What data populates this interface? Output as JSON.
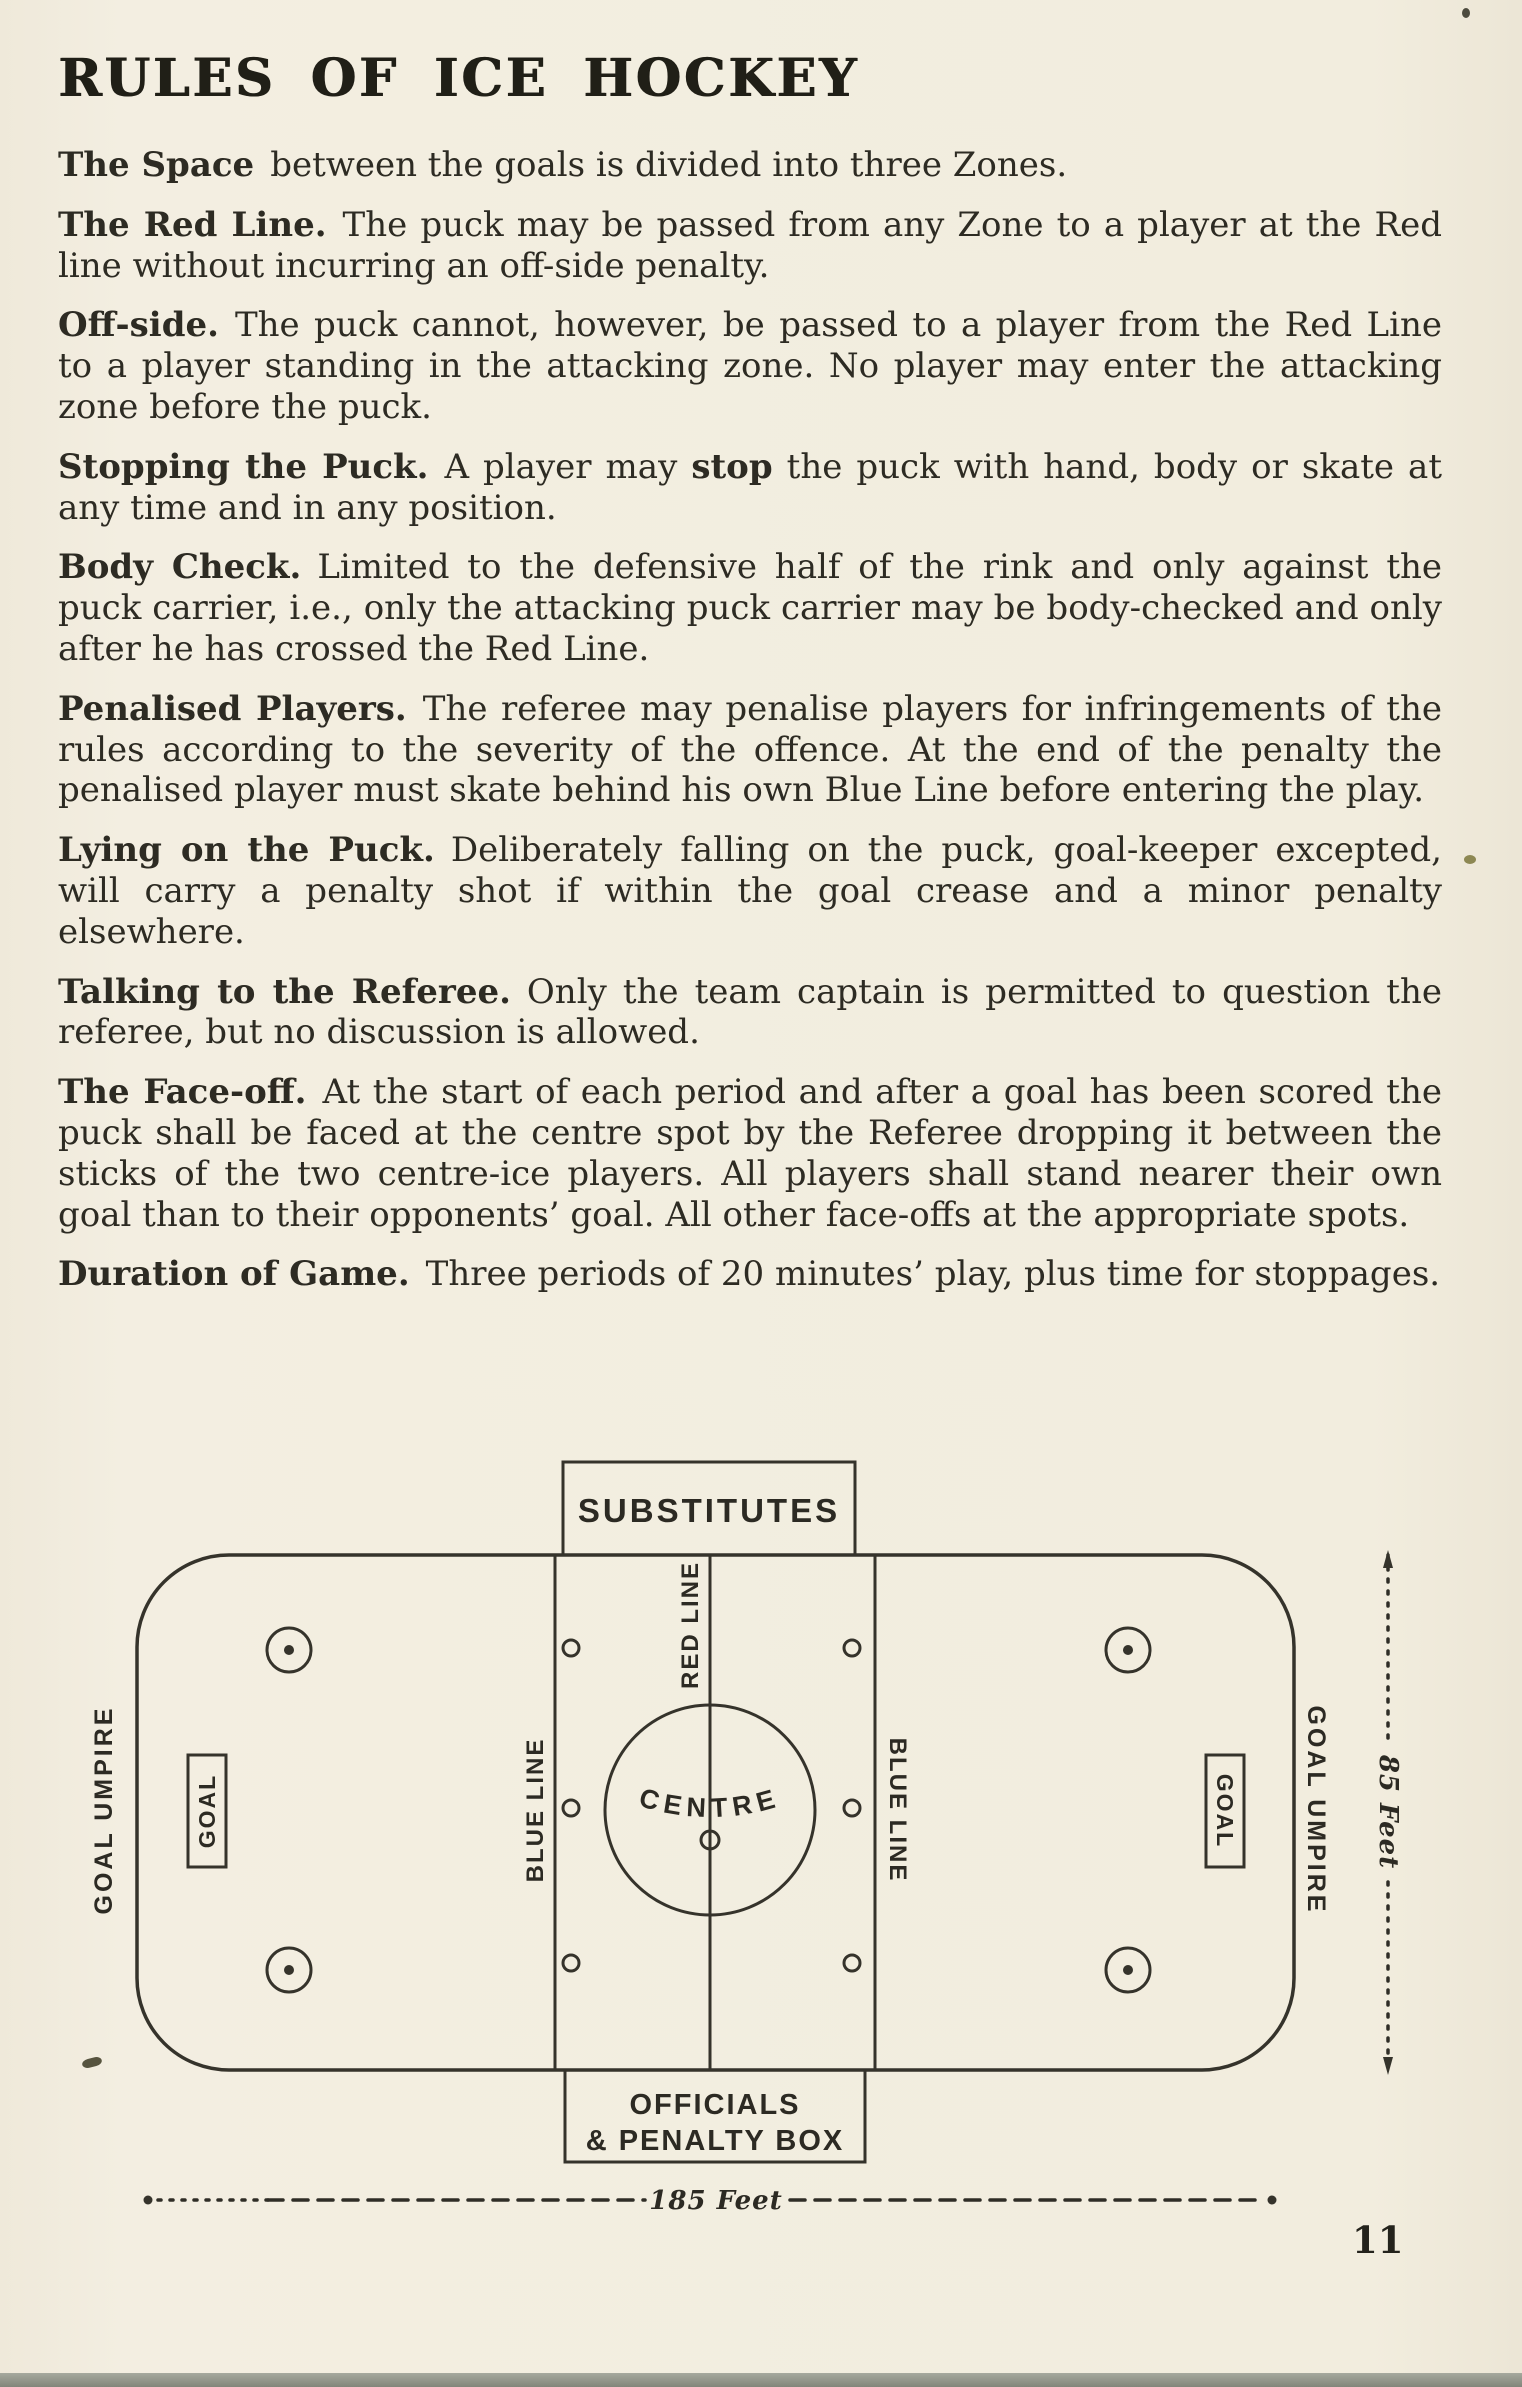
{
  "page": {
    "title": "RULES OF ICE HOCKEY",
    "page_number": "11"
  },
  "colors": {
    "paper": "#f2edde",
    "ink": "#2d2b23"
  },
  "paragraphs": [
    {
      "lead": "The Space",
      "text": "between the goals is divided into three Zones."
    },
    {
      "lead": "The Red Line.",
      "text": "The puck may be passed from any Zone to a player at the Red line without incurring an off-side penalty."
    },
    {
      "lead": "Off-side.",
      "text": "The puck cannot, however, be passed to a player from the Red Line to a player standing in the attacking zone. No player may enter the attacking zone before the puck."
    },
    {
      "lead": "Stopping the Puck.",
      "text": "A player may",
      "bold_mid": "stop",
      "text2": "the puck with hand, body or skate at any time and in any position."
    },
    {
      "lead": "Body Check.",
      "text": "Limited to the defensive half of the rink and only against the puck carrier, i.e., only the attacking puck carrier may be body-checked and only after he has crossed the Red Line."
    },
    {
      "lead": "Penalised Players.",
      "text": "The referee may penalise players for infringements of the rules according to the severity of the offence. At the end of the penalty the penalised player must skate behind his own Blue Line before entering the play."
    },
    {
      "lead": "Lying on the Puck.",
      "text": "Deliberately falling on the puck, goal-keeper excepted, will carry a penalty shot if within the goal crease and a minor penalty elsewhere."
    },
    {
      "lead": "Talking to the Referee.",
      "text": "Only the team captain is permitted to question the referee, but no discussion is allowed."
    },
    {
      "lead": "The Face-off.",
      "text": "At the start of each period and after a goal has been scored the puck shall be faced at the centre spot by the Referee dropping it between the sticks of the two centre-ice players. All players shall stand nearer their own goal than to their opponents’ goal. All other face-offs at the appropriate spots."
    },
    {
      "lead": "Duration of Game.",
      "text": "Three periods of 20 minutes’ play, plus time for stoppages."
    }
  ],
  "diagram": {
    "substitutes": "SUBSTITUTES",
    "officials_line1": "OFFICIALS",
    "officials_line2": "& PENALTY BOX",
    "goal_umpire": "GOAL UMPIRE",
    "goal": "GOAL",
    "blue_line": "BLUE LINE",
    "red_line": "RED LINE",
    "centre": "CENTRE",
    "length_label": "185 Feet",
    "width_label": "85 Feet"
  }
}
